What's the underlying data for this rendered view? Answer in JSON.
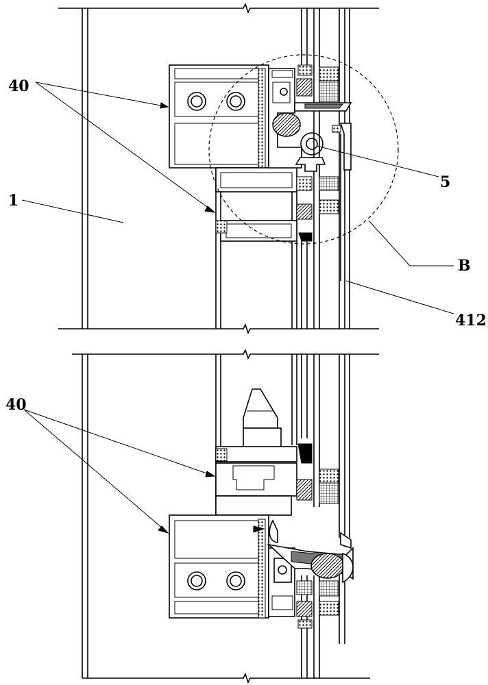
{
  "labels": {
    "part_40_top": "40",
    "part_1": "1",
    "part_5": "5",
    "detail_b": "B",
    "part_412": "412",
    "part_40_bottom": "40"
  }
}
